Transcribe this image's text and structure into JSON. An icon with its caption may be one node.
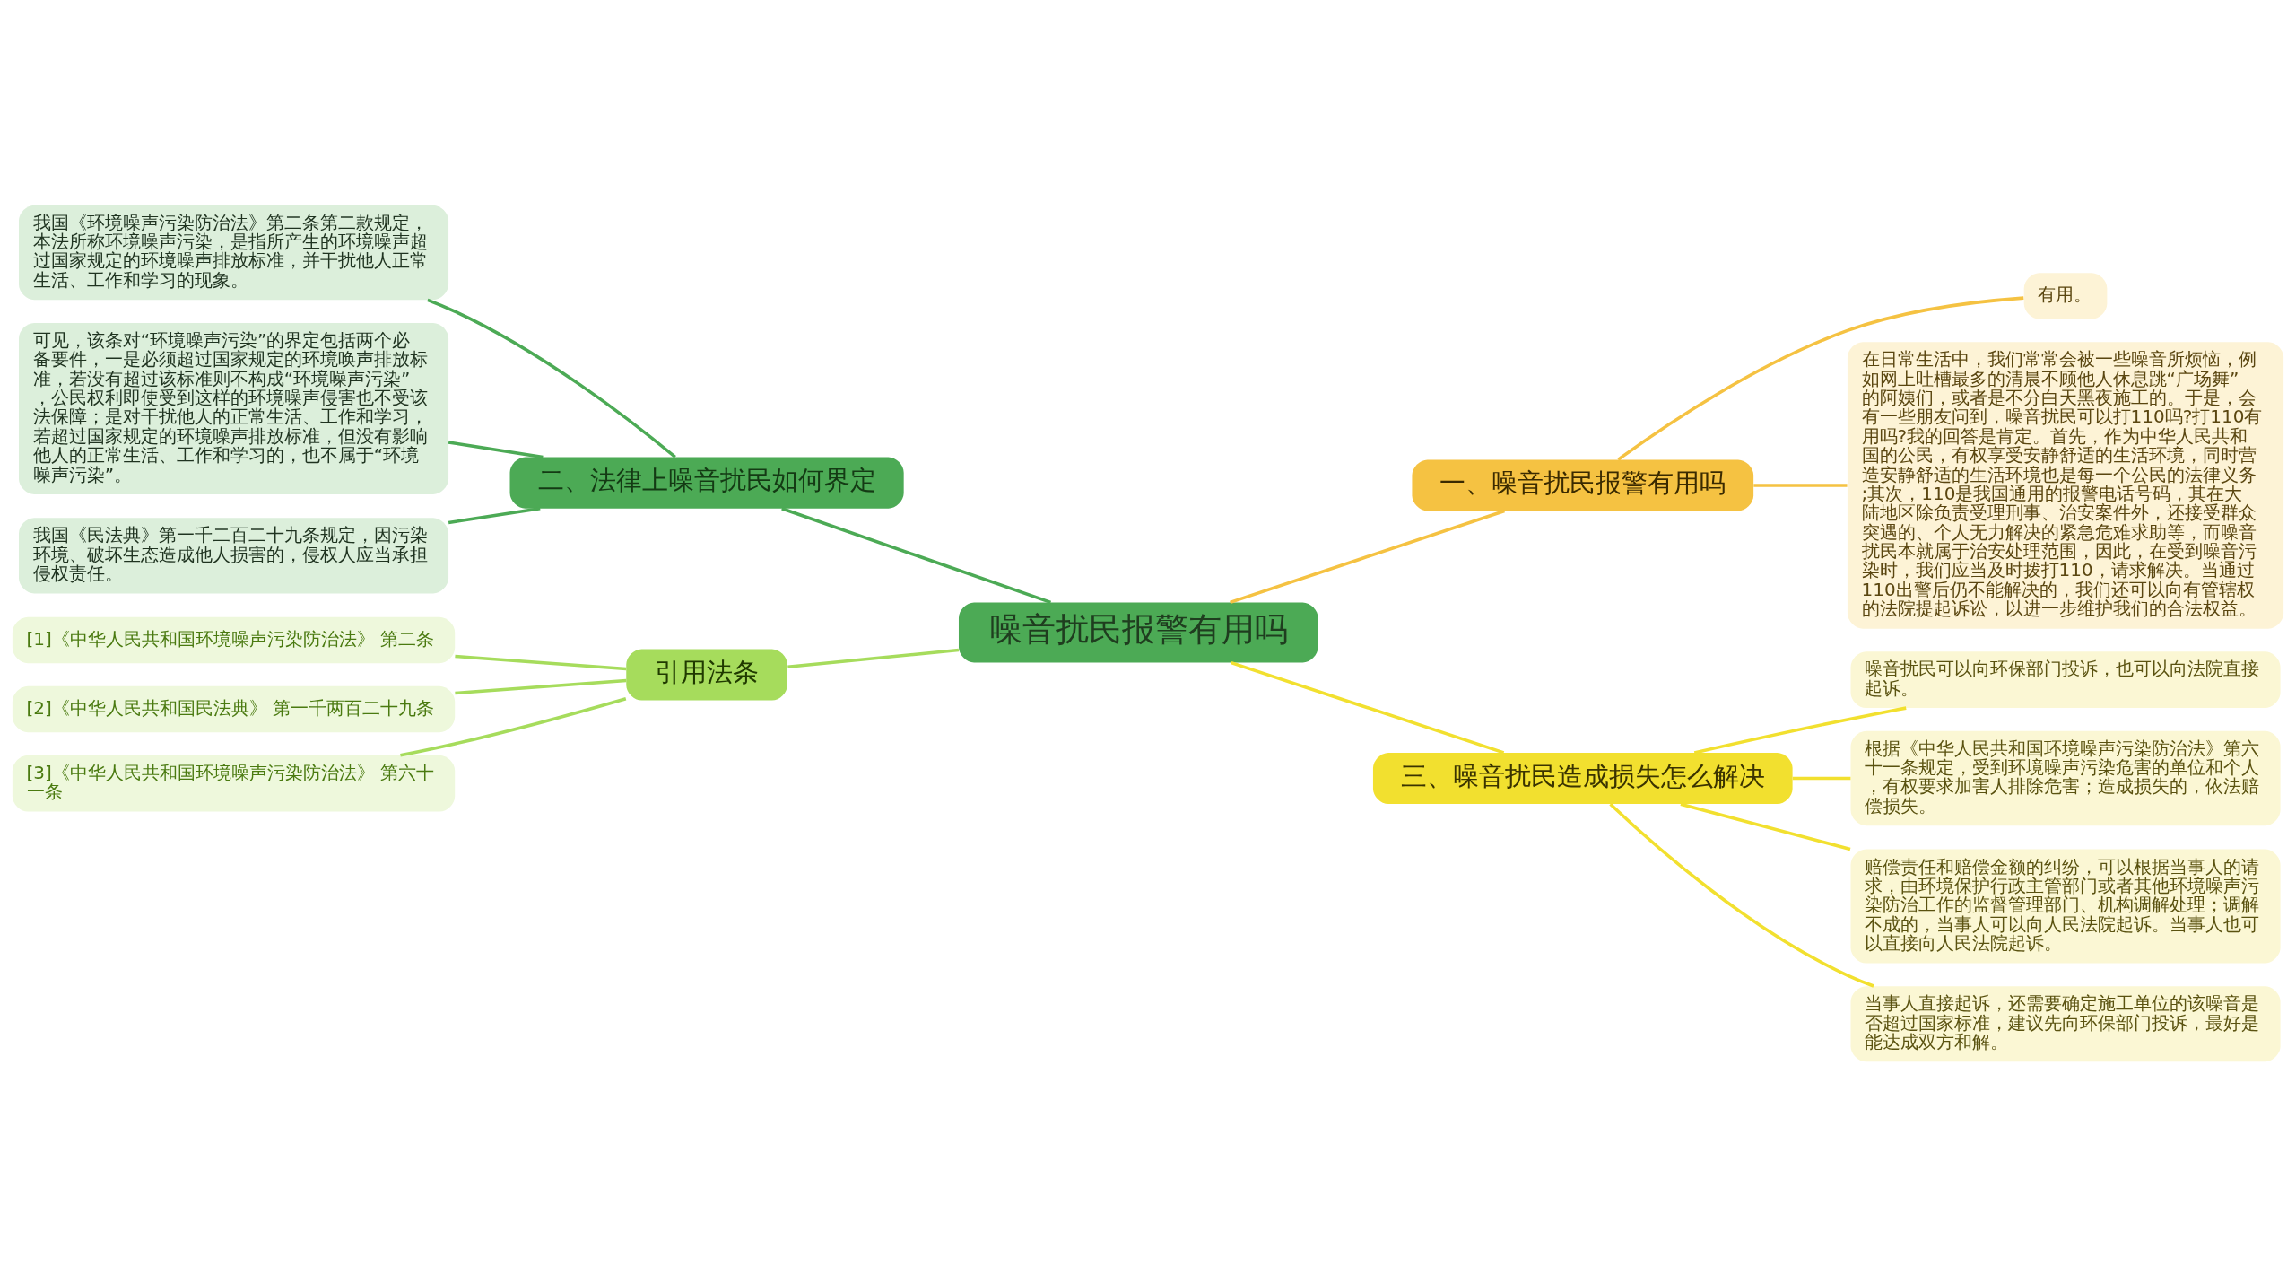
{
  "diagram": {
    "nodes": [
      {
        "text": [
          "噪音扰民报警有用吗"
        ]
      },
      {
        "text": [
          "一、噪音扰民报警有用吗"
        ]
      },
      {
        "text": [
          "有用。"
        ]
      },
      {
        "text": [
          "在日常生活中，我们常常会被一些噪音所烦恼，例如网上吐槽最多的清晨不顾他人休息跳“广场舞”的阿姨们，或者是不分白天黑夜施工的。于是，会有一些朋友问到，噪音扰民可以打110吗?打110有用吗?我的回答是肯定。首先，作为中华人民共和国的公民，有权享受安静舒适的生活环境，同时营造安静舒适的生活环境也是每一个公民的法律义务;其次，110是我国通用的报警电话号码，其在大陆地区除负责受理刑事、治安案件外，还接受群众突遇的、个人无力解决的紧急危难求助等，而噪音扰民本就属于治安处理范围，因此，在受到噪音污染时，我们应当及时拨打110，请求解决。当通过110出警后仍不能解决的，我们还可以向有管辖权的法院提起诉讼，以进一步维护我们的合法权益。"
        ]
      },
      {
        "text": [
          "三、噪音扰民造成损失怎么解决"
        ]
      },
      {
        "text": [
          "噪音扰民可以向环保部门投诉，也可以向法院直接起诉。"
        ]
      },
      {
        "text": [
          "根据《中华人民共和国环境噪声污染防治法》第六十一条规定，受到环境噪声污染危害的单位和个人，有权要求加害人排除危害；造成损失的，依法赔偿损失。"
        ]
      },
      {
        "text": [
          "赔偿责任和赔偿金额的纠纷，可以根据当事人的请求，由环境保护行政主管部门或者其他环境噪声污染防治工作的监督管理部门、机构调解处理；调解不成的，当事人可以向人民法院起诉。当事人也可以直接向人民法院起诉。"
        ]
      },
      {
        "text": [
          "当事人直接起诉，还需要确定施工单位的该噪音是否超过国家标准，建议先向环保部门投诉，最好是能达成双方和解。"
        ]
      },
      {
        "text": [
          "二、法律上噪音扰民如何界定"
        ]
      },
      {
        "text": [
          "我国《环境噪声污染防治法》第二条第二款规定，本法所称环境噪声污染，是指所产生的环境噪声超过国家规定的环境噪声排放标准，并干扰他人正常生活、工作和学习的现象。"
        ]
      },
      {
        "text": [
          "可见，该条对“环境噪声污染”的界定包括两个必备要件，一是必须超过国家规定的环境唤声排放标准，若没有超过该标准则不构成“环境噪声污染”，公民权利即使受到这样的环境噪声侵害也不受该法保障；是对干扰他人的正常生活、工作和学习，若超过国家规定的环境噪声排放标准，但没有影响他人的正常生活、工作和学习的，也不属于“环境噪声污染”。"
        ]
      },
      {
        "text": [
          "我国《民法典》第一千二百二十九条规定，因污染环境、破坏生态造成他人损害的，侵权人应当承担侵权责任。"
        ]
      },
      {
        "text": [
          "引用法条"
        ]
      },
      {
        "text": [
          "[1]《中华人民共和国环境噪声污染防治法》 第二条"
        ]
      },
      {
        "text": [
          "[2]《中华人民共和国民法典》 第一千两百二十九条"
        ]
      },
      {
        "text": [
          "[3]《中华人民共和国环境噪声污染防治法》 第六十一条"
        ]
      }
    ],
    "edges": [
      {
        "from": 0,
        "to": 1,
        "arrow": "none",
        "color": "#f5c242"
      },
      {
        "from": 1,
        "to": 2,
        "arrow": "none",
        "color": "#f5c242"
      },
      {
        "from": 1,
        "to": 3,
        "arrow": "none",
        "color": "#f5c242"
      },
      {
        "from": 0,
        "to": 4,
        "arrow": "none",
        "color": "#f2e02f"
      },
      {
        "from": 4,
        "to": 5,
        "arrow": "none",
        "color": "#f2e02f"
      },
      {
        "from": 4,
        "to": 6,
        "arrow": "none",
        "color": "#f2e02f"
      },
      {
        "from": 4,
        "to": 7,
        "arrow": "none",
        "color": "#f2e02f"
      },
      {
        "from": 4,
        "to": 8,
        "arrow": "none",
        "color": "#f2e02f"
      },
      {
        "from": 0,
        "to": 9,
        "arrow": "none",
        "color": "#4caa55"
      },
      {
        "from": 9,
        "to": 10,
        "arrow": "none",
        "color": "#4caa55"
      },
      {
        "from": 9,
        "to": 11,
        "arrow": "none",
        "color": "#4caa55"
      },
      {
        "from": 9,
        "to": 12,
        "arrow": "none",
        "color": "#4caa55"
      },
      {
        "from": 0,
        "to": 13,
        "arrow": "none",
        "color": "#a6dc5c"
      },
      {
        "from": 13,
        "to": 14,
        "arrow": "none",
        "color": "#a6dc5c"
      },
      {
        "from": 13,
        "to": 15,
        "arrow": "none",
        "color": "#a6dc5c"
      },
      {
        "from": 13,
        "to": 16,
        "arrow": "none",
        "color": "#a6dc5c"
      }
    ]
  }
}
